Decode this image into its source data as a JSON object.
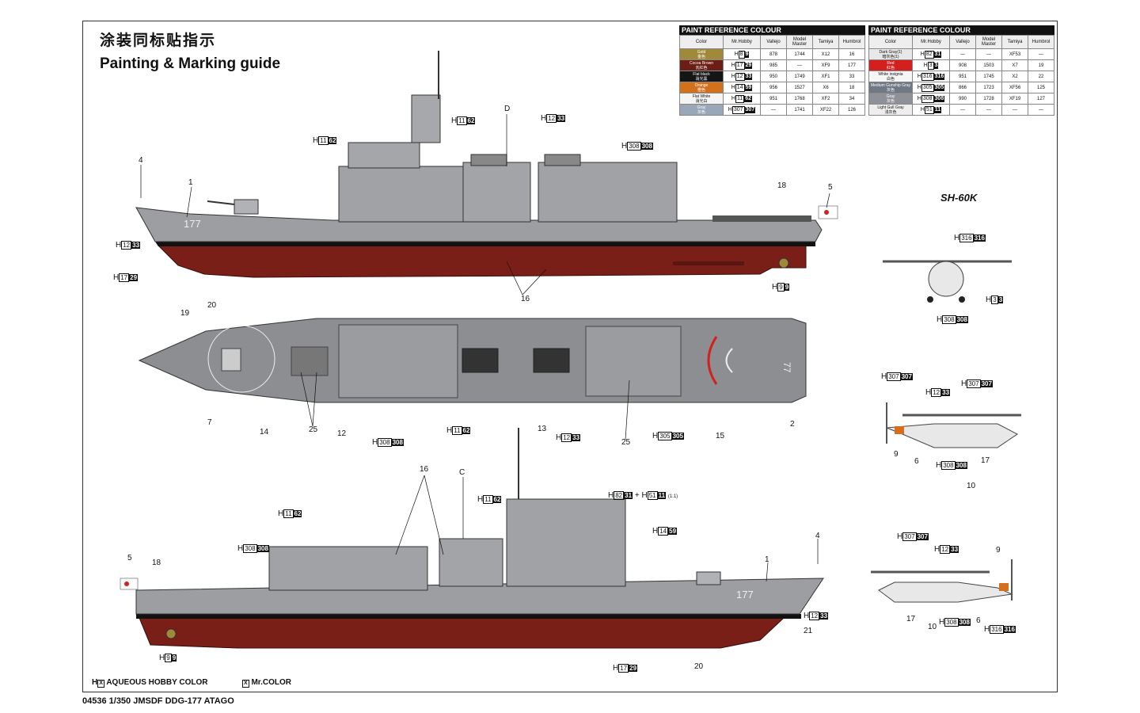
{
  "header": {
    "title_cn": "涂装同标贴指示",
    "title_en": "Painting & Marking guide"
  },
  "ref_table_left": {
    "caption": "PAINT REFERENCE COLOUR",
    "columns": [
      "Color",
      "Mr.Hobby",
      "Vallejo",
      "Model Master",
      "Tamiya",
      "Humbrol"
    ],
    "rows": [
      {
        "name": "Gold\n金色",
        "swatch": "#a08a3a",
        "h1": "8",
        "h2": "9",
        "vallejo": "878",
        "mm": "1744",
        "tamiya": "X12",
        "humbrol": "16"
      },
      {
        "name": "Cocoa Brown\n瓦红色",
        "swatch": "#6b1e14",
        "h1": "17",
        "h2": "29",
        "vallejo": "985",
        "mm": "—",
        "tamiya": "XF9",
        "humbrol": "177"
      },
      {
        "name": "Flat black\n消光黑",
        "swatch": "#151515",
        "h1": "12",
        "h2": "33",
        "vallejo": "950",
        "mm": "1749",
        "tamiya": "XF1",
        "humbrol": "33"
      },
      {
        "name": "Orange\n橙色",
        "swatch": "#d2701c",
        "h1": "14",
        "h2": "59",
        "vallejo": "956",
        "mm": "1527",
        "tamiya": "X6",
        "humbrol": "18"
      },
      {
        "name": "Flat White\n消光白",
        "swatch": "#f4f4f4",
        "h1": "11",
        "h2": "62",
        "vallejo": "951",
        "mm": "1768",
        "tamiya": "XF2",
        "humbrol": "34"
      },
      {
        "name": "Gray\n灰色",
        "swatch": "#9aa7b8",
        "h1": "307",
        "h2": "307",
        "vallejo": "—",
        "mm": "1741",
        "tamiya": "XF22",
        "humbrol": "126"
      }
    ]
  },
  "ref_table_right": {
    "caption": "PAINT REFERENCE COLOUR",
    "columns": [
      "Color",
      "Mr.Hobby",
      "Vallejo",
      "Model Master",
      "Tamiya",
      "Humbrol"
    ],
    "rows": [
      {
        "name": "Dark Gray(1)\n暗灰色(1)",
        "swatch": "#e8e8e8",
        "h1": "82",
        "h2": "31",
        "vallejo": "—",
        "mm": "—",
        "tamiya": "XF53",
        "humbrol": "—"
      },
      {
        "name": "Red\n红色",
        "swatch": "#d41f1f",
        "h1": "3",
        "h2": "3",
        "vallejo": "908",
        "mm": "1503",
        "tamiya": "X7",
        "humbrol": "19"
      },
      {
        "name": "White insignia\n白色",
        "swatch": "#f6f6f6",
        "h1": "316",
        "h2": "316",
        "vallejo": "951",
        "mm": "1745",
        "tamiya": "X2",
        "humbrol": "22"
      },
      {
        "name": "Medium Gunship Gray\n灰色",
        "swatch": "#707884",
        "h1": "305",
        "h2": "305",
        "vallejo": "866",
        "mm": "1723",
        "tamiya": "XF56",
        "humbrol": "125"
      },
      {
        "name": "Gray\n灰色",
        "swatch": "#8e9298",
        "h1": "308",
        "h2": "308",
        "vallejo": "990",
        "mm": "1728",
        "tamiya": "XF19",
        "humbrol": "127"
      },
      {
        "name": "Light Gull Gray\n浅灰色",
        "swatch": "#eeeeee",
        "h1": "51",
        "h2": "11",
        "vallejo": "—",
        "mm": "—",
        "tamiya": "—",
        "humbrol": "—"
      }
    ]
  },
  "heli_title": "SH-60K",
  "hull_number": "177",
  "deck_number": "77",
  "labels": {
    "d": "D",
    "c": "C",
    "scale": "(1:1)",
    "plus": "+",
    "n1": "1",
    "n2": "2",
    "n4": "4",
    "n5": "5",
    "n6": "6",
    "n7": "7",
    "n9": "9",
    "n10": "10",
    "n12": "12",
    "n13": "13",
    "n14": "14",
    "n15": "15",
    "n16": "16",
    "n17": "17",
    "n18": "18",
    "n19": "19",
    "n20": "20",
    "n21": "21",
    "n25": "25"
  },
  "legend": {
    "aqueous_mark": "H",
    "aqueous_box": "X",
    "aqueous": "AQUEOUS HOBBY COLOR",
    "mr_box": "X",
    "mr": "Mr.COLOR"
  },
  "footer": "04536   1/350 JMSDF DDG-177 ATAGO",
  "colors": {
    "hull_red": "#7a1e18",
    "ship_gray": "#9a9ca0",
    "deck_gray": "#8c8e92",
    "boot_black": "#111111"
  }
}
